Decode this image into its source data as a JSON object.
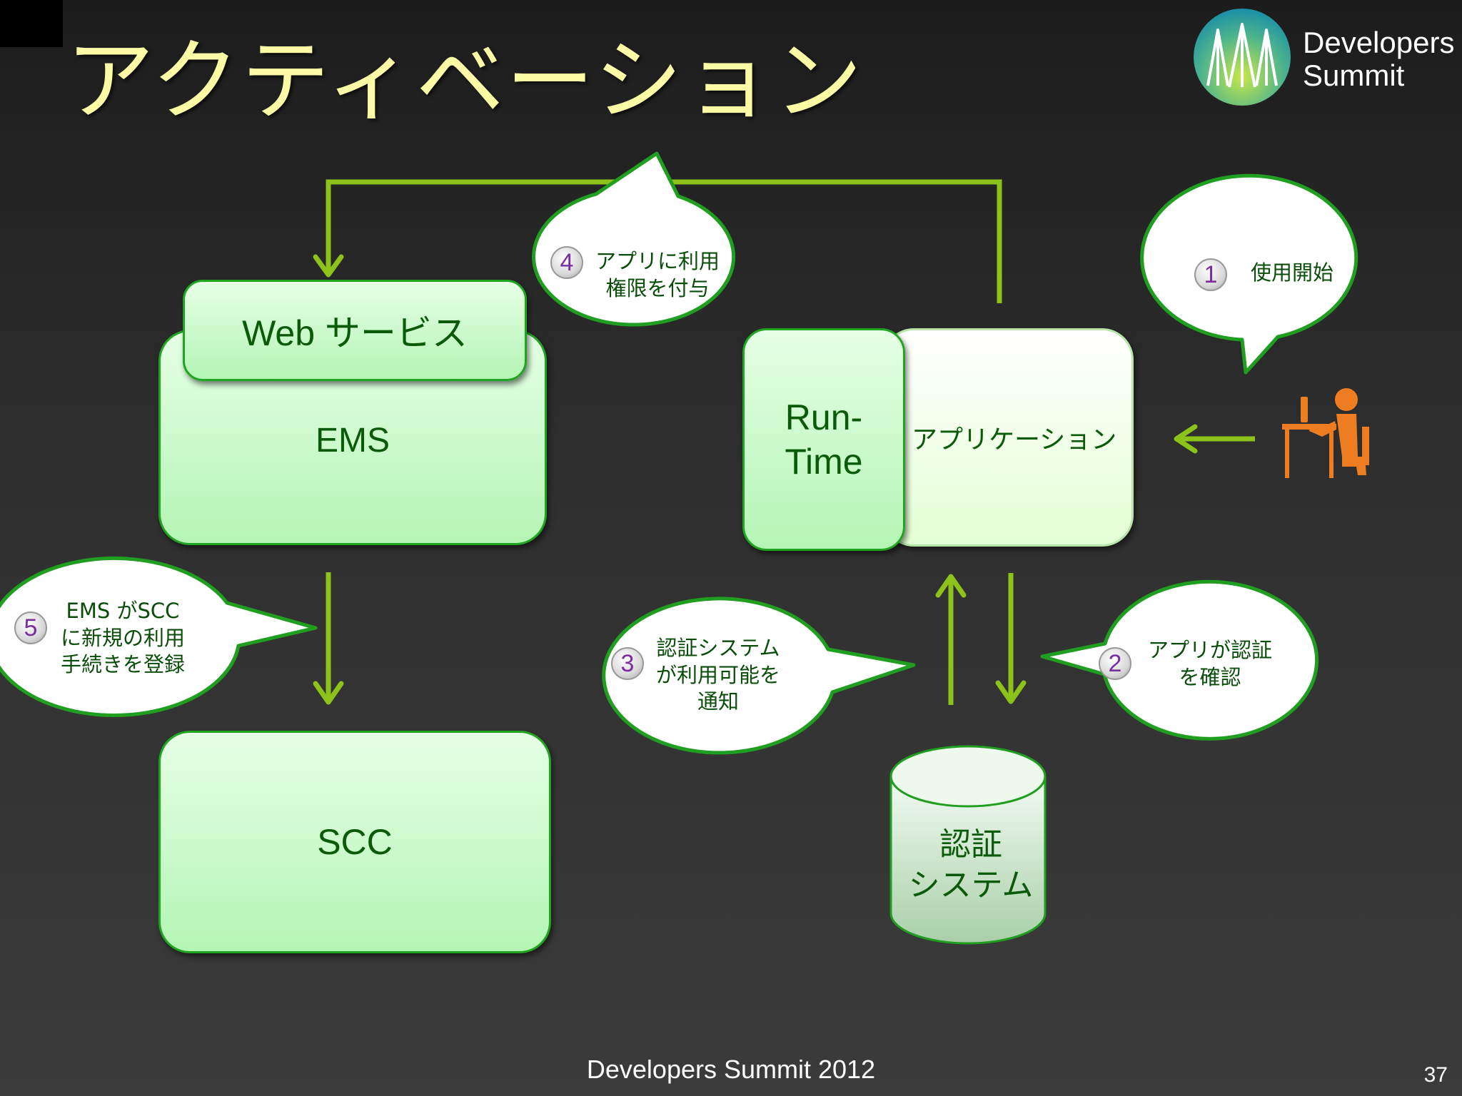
{
  "title": "アクティベーション",
  "logo": {
    "line1": "Developers",
    "line2": "Summit"
  },
  "boxes": {
    "web_service": "Web サービス",
    "ems": "EMS",
    "scc": "SCC",
    "runtime_line1": "Run-",
    "runtime_line2": "Time",
    "application": "アプリケーション",
    "auth_system_line1": "認証",
    "auth_system_line2": "システム"
  },
  "bubbles": [
    {
      "number": "1",
      "lines": [
        "使用開始"
      ]
    },
    {
      "number": "2",
      "lines": [
        "アプリが認証",
        "を確認"
      ]
    },
    {
      "number": "3",
      "lines": [
        "認証システム",
        "が利用可能を",
        "通知"
      ]
    },
    {
      "number": "4",
      "lines": [
        "アプリに利用",
        "権限を付与"
      ]
    },
    {
      "number": "5",
      "lines": [
        "EMS がSCC",
        "に新規の利用",
        "手続きを登録"
      ]
    }
  ],
  "footer": "Developers Summit 2012",
  "page_number": "37",
  "colors": {
    "title": "#fbfba6",
    "arrow": "#8cc21a",
    "box_border": "#1fa51f",
    "box_fill": "#c8f7c8",
    "bubble_border": "#1f9e1f",
    "user_icon": "#ee7d22",
    "number_text": "#7a2fa0"
  },
  "icons": [
    "user-at-desk-icon",
    "developers-summit-logo"
  ]
}
